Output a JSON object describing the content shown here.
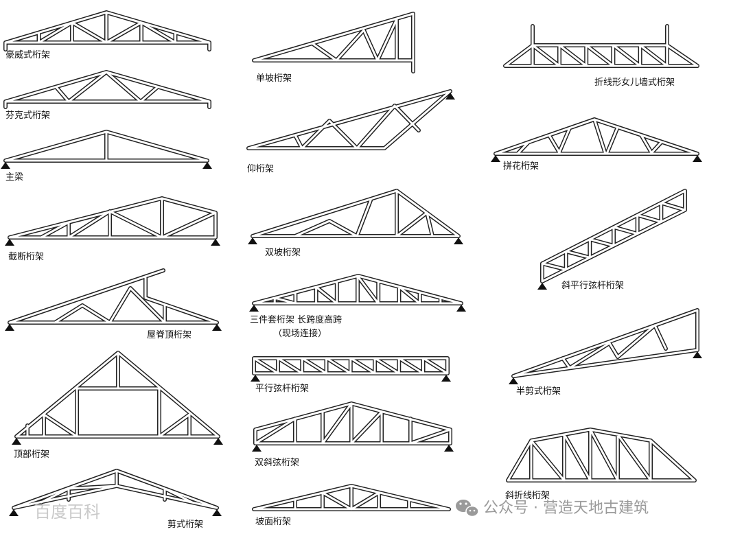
{
  "trusses": [
    {
      "id": "t1",
      "label": "豪威式桁架"
    },
    {
      "id": "t2",
      "label": "芬克式桁架"
    },
    {
      "id": "t3",
      "label": "主梁"
    },
    {
      "id": "t4",
      "label": "截断桁架"
    },
    {
      "id": "t5",
      "label": "屋脊頂桁架"
    },
    {
      "id": "t6",
      "label": "顶部桁架"
    },
    {
      "id": "t7",
      "label": "剪式桁架"
    },
    {
      "id": "t8",
      "label": "单坡桁架"
    },
    {
      "id": "t9",
      "label": "仰桁架"
    },
    {
      "id": "t10",
      "label": "双坡桁架"
    },
    {
      "id": "t11",
      "label": "三件套桁架 长跨度高跨",
      "sub": "（现场连接）"
    },
    {
      "id": "t12",
      "label": "平行弦杆桁架"
    },
    {
      "id": "t13",
      "label": "双斜弦桁架"
    },
    {
      "id": "t14",
      "label": "坡面桁架"
    },
    {
      "id": "t15",
      "label": "折线形女儿墙式桁架"
    },
    {
      "id": "t16",
      "label": "拼花桁架"
    },
    {
      "id": "t17",
      "label": "斜平行弦杆桁架"
    },
    {
      "id": "t18",
      "label": "半剪式桁架"
    },
    {
      "id": "t19",
      "label": "斜折线桁架"
    }
  ],
  "watermark": {
    "left_text": "百度百科",
    "account_text": "公众号 · 营造天地古建筑",
    "icon": "wechat-icon"
  },
  "colors": {
    "line": "#222222",
    "fill": "#ffffff",
    "watermark": "#9a9a9a"
  }
}
